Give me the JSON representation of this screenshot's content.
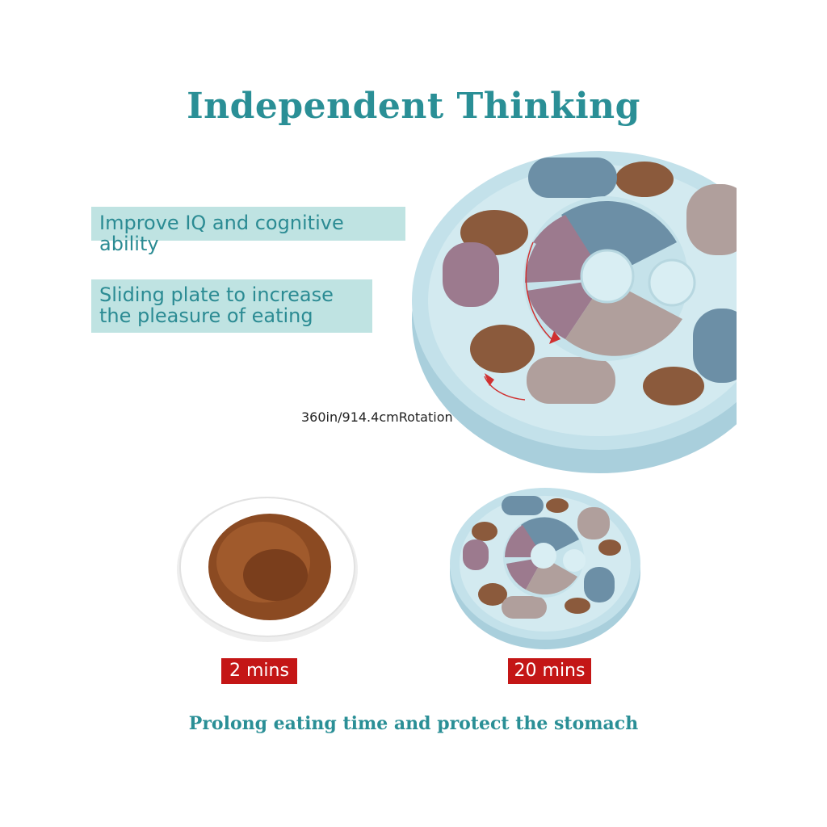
{
  "headline": "Independent Thinking",
  "features": [
    "Improve IQ and cognitive ability",
    "Sliding plate to increase the pleasure of eating"
  ],
  "rotation_label": "360in/914.4cmRotation",
  "comparison": {
    "plate_time": "2 mins",
    "feeder_time": "20 mins"
  },
  "footer": "Prolong eating time and protect the stomach",
  "colors": {
    "accent": "#2a8f96",
    "feature_box": "#bfe3e2",
    "badge": "#c41616",
    "feeder_body": "#b9dbe5",
    "lid_blue": "#6c8fa6",
    "lid_mauve": "#9c7a8e",
    "lid_taupe": "#b09f9c"
  }
}
